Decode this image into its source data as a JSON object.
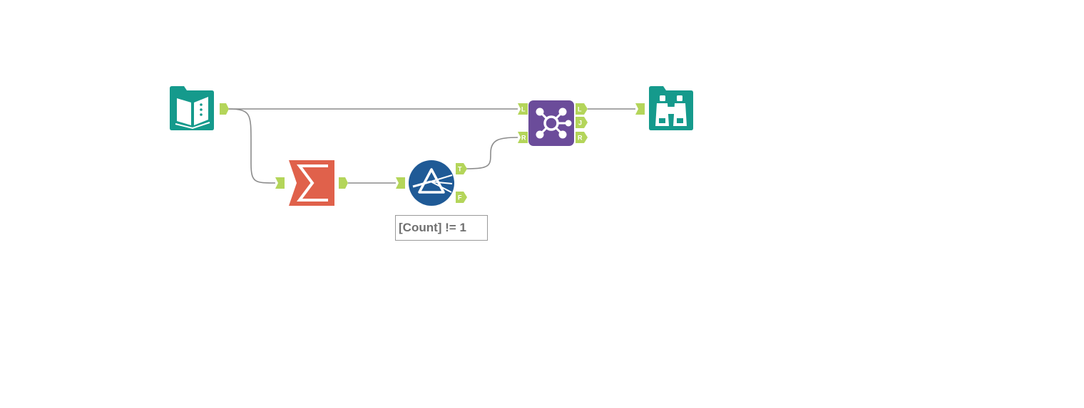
{
  "canvas": {
    "background": "#ffffff",
    "connection_color": "#8c8c8c",
    "anchor_color": "#b4d55a"
  },
  "tools": {
    "input": {
      "icon": "input-data-book-icon",
      "color": "#159a8c"
    },
    "summarize": {
      "icon": "sigma-icon",
      "color": "#e0614b"
    },
    "filter": {
      "icon": "filter-prism-icon",
      "color": "#1f5a96",
      "annotation": "[Count] != 1"
    },
    "join": {
      "icon": "join-network-icon",
      "color": "#6b4c9a",
      "input_left_label": "L",
      "input_right_label": "R",
      "output_left_label": "L",
      "output_join_label": "J",
      "output_right_label": "R"
    },
    "browse": {
      "icon": "binoculars-icon",
      "color": "#159a8c"
    }
  },
  "anchors": {
    "filter_true_label": "T",
    "filter_false_label": "F"
  }
}
